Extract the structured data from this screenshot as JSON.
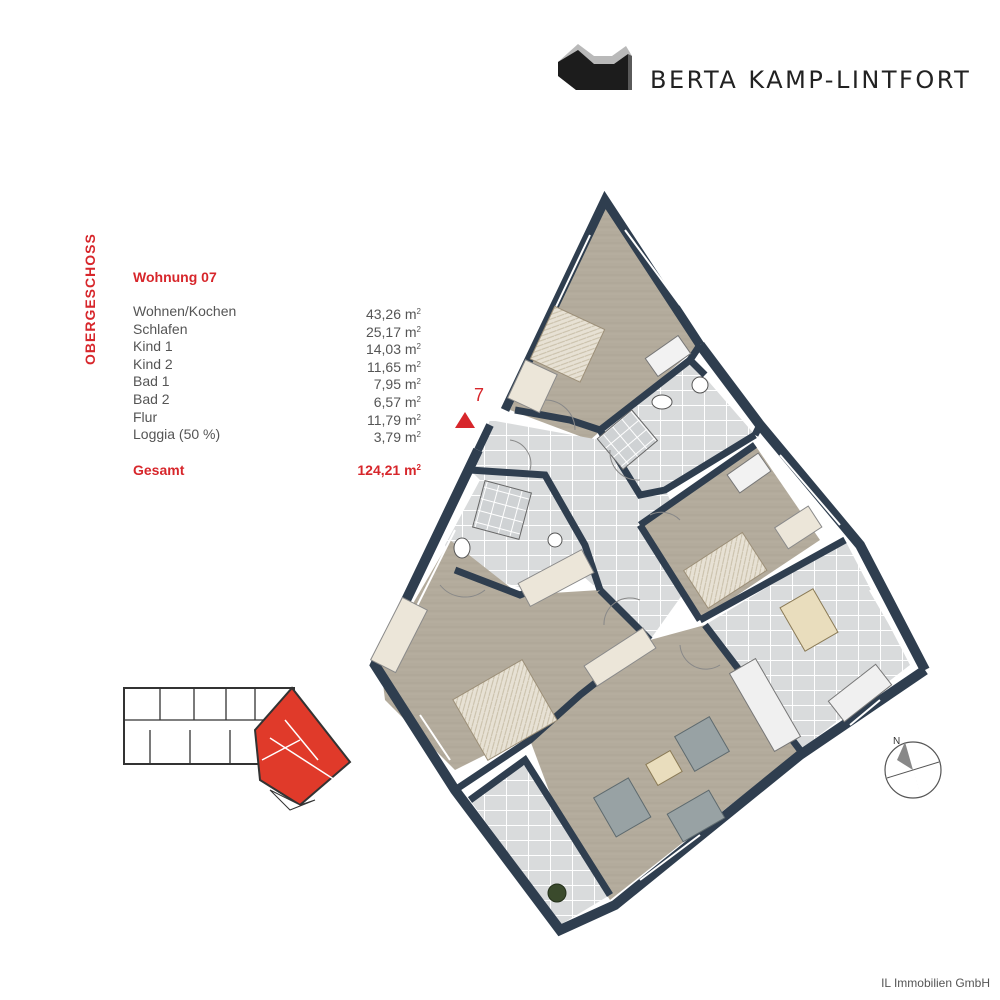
{
  "brand": {
    "name": "BERTA KAMP-LINTFORT"
  },
  "floor": {
    "label": "OBERGESCHOSS"
  },
  "unit": {
    "title": "Wohnung 07",
    "rooms": [
      {
        "name": "Wohnen/Kochen",
        "area": "43,26 m"
      },
      {
        "name": "Schlafen",
        "area": "25,17 m"
      },
      {
        "name": "Kind 1",
        "area": "14,03 m"
      },
      {
        "name": "Kind 2",
        "area": "11,65 m"
      },
      {
        "name": "Bad 1",
        "area": "7,95 m"
      },
      {
        "name": "Bad 2",
        "area": "6,57 m"
      },
      {
        "name": "Flur",
        "area": "11,79 m"
      },
      {
        "name": "Loggia (50 %)",
        "area": "3,79 m"
      }
    ],
    "unit_sup": "2",
    "total_label": "Gesamt",
    "total_area": "124,21 m"
  },
  "plan": {
    "entrance_number": "7",
    "compass_label": "N"
  },
  "footer": {
    "company": "IL Immobilien GmbH"
  },
  "colors": {
    "accent": "#d7262b",
    "wall": "#2f3e4f",
    "wood": "#b1a99a",
    "tile": "#d9dbdc",
    "highlight": "#e03a2a"
  }
}
